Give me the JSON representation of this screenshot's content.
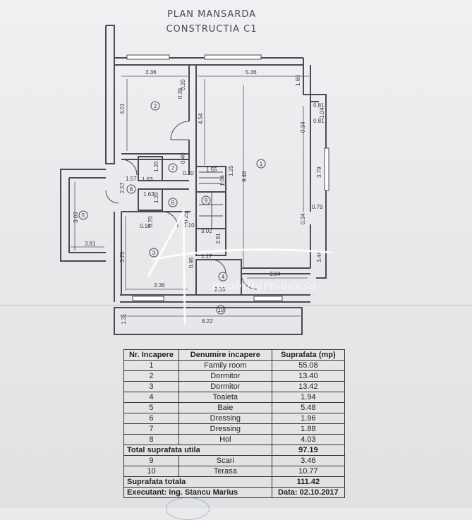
{
  "header": {
    "title_line1": "PLAN MANSARDA",
    "title_line2": "CONSTRUCTIA C1"
  },
  "plan": {
    "rooms": [
      {
        "no": "1"
      },
      {
        "no": "2"
      },
      {
        "no": "3"
      },
      {
        "no": "4"
      },
      {
        "no": "5"
      },
      {
        "no": "6"
      },
      {
        "no": "7"
      },
      {
        "no": "8"
      },
      {
        "no": "9"
      },
      {
        "no": "10"
      }
    ],
    "dimensions": {
      "d336_top": "3.36",
      "d536_top": "5.36",
      "d401": "4.01",
      "d454": "4.54",
      "d035": "0.35",
      "d020_a": "0.20",
      "d160": "1.60",
      "d081_a": "0.81",
      "d104": "1.04",
      "d081_b": "0.81",
      "d034_a": "0.34",
      "d948": "9.48",
      "d379": "3.79",
      "d040": "0.40",
      "d120_a": "1.20",
      "d020_b": "0.20",
      "d155": "1.55",
      "d104_b": "1.04",
      "d125": "1.25",
      "d157": "1.57",
      "d163_a": "1.63",
      "d257": "2.57",
      "d163_b": "1.63",
      "d120_b": "1.20",
      "d034_b": "0.34",
      "d079": "0.79",
      "d303": "3.03",
      "d016": "0.16",
      "d070": "0.70",
      "d025": "0.25",
      "d010": "0.10",
      "d281": "2.81",
      "d302": "3.02",
      "d381": "3.81",
      "d370": "3.70",
      "d117": "1.17",
      "d095": "0.95",
      "d384": "3.84",
      "d344": "3.44",
      "d336_bot": "3.36",
      "d233": "2.33",
      "d822": "8.22",
      "d131": "1.31"
    }
  },
  "table": {
    "headers": [
      "Nr. Incapere",
      "Denumire incapere",
      "Suprafata (mp)"
    ],
    "rows": [
      [
        "1",
        "Family room",
        "55.08"
      ],
      [
        "2",
        "Dormitor",
        "13.40"
      ],
      [
        "3",
        "Dormitor",
        "13.42"
      ],
      [
        "4",
        "Toaleta",
        "1.94"
      ],
      [
        "5",
        "Baie",
        "5.48"
      ],
      [
        "6",
        "Dressing",
        "1.96"
      ],
      [
        "7",
        "Dressing",
        "1.88"
      ],
      [
        "8",
        "Hol",
        "4.03"
      ]
    ],
    "total_util_label": "Total suprafata utila",
    "total_util_value": "97.19",
    "rows2": [
      [
        "9",
        "Scari",
        "3.46"
      ],
      [
        "10",
        "Terasa",
        "10.77"
      ]
    ],
    "total_label": "Suprafata totala",
    "total_value": "111.42",
    "executant": "Executant: ing. Stancu Marius",
    "data": "Data: 02.10.2017"
  },
  "watermark": "imobiliare-acasa"
}
